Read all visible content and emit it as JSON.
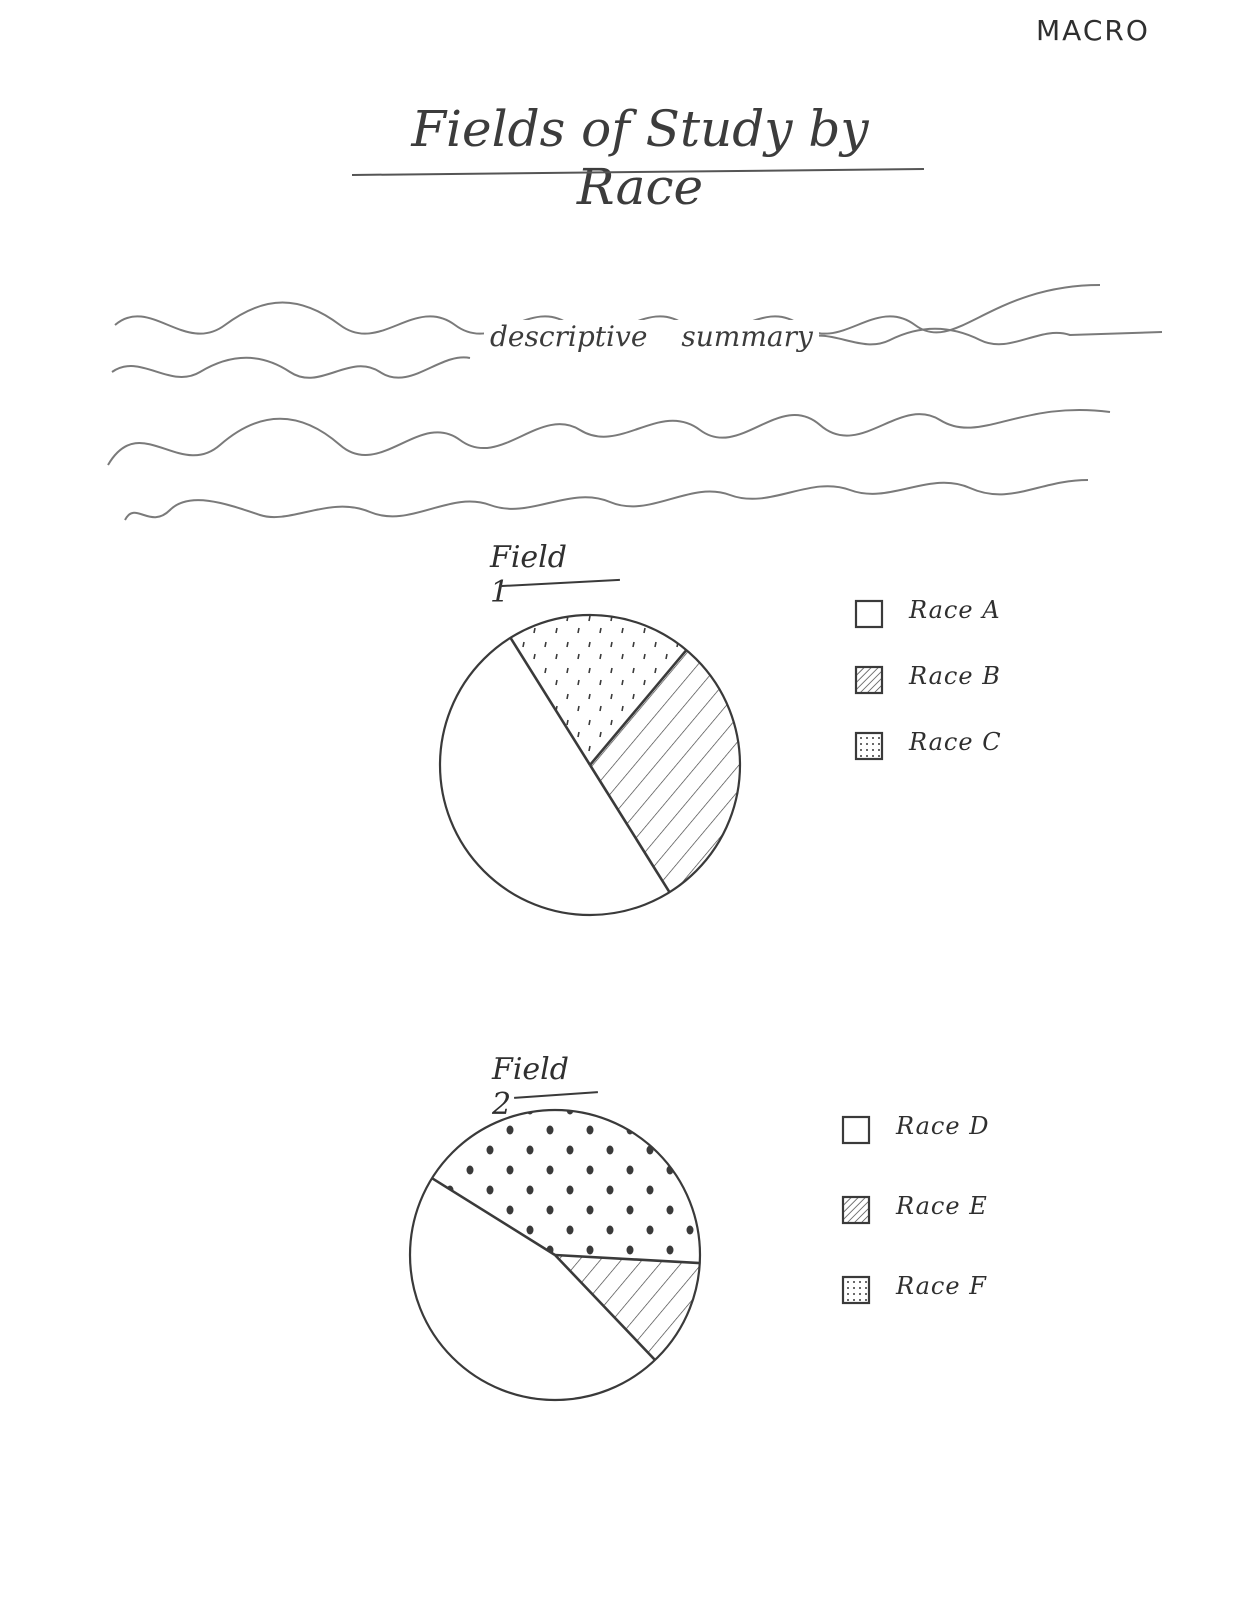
{
  "corner_label": "MACRO",
  "title": "Fields of Study by Race",
  "summary": {
    "word1": "descriptive",
    "word2": "summary"
  },
  "chart_data": [
    {
      "type": "pie",
      "title": "Field 1",
      "categories": [
        "Race A",
        "Race B",
        "Race C"
      ],
      "values": [
        50,
        30,
        20
      ],
      "patterns": [
        "blank",
        "hatch",
        "dots"
      ]
    },
    {
      "type": "pie",
      "title": "Field 2",
      "categories": [
        "Race D",
        "Race E",
        "Race F"
      ],
      "values": [
        46,
        12,
        42
      ],
      "patterns": [
        "blank",
        "hatch",
        "dots"
      ]
    }
  ],
  "colors": {
    "ink": "#3a3a3a",
    "light_ink": "#6a6a6a",
    "paper": "#ffffff"
  }
}
